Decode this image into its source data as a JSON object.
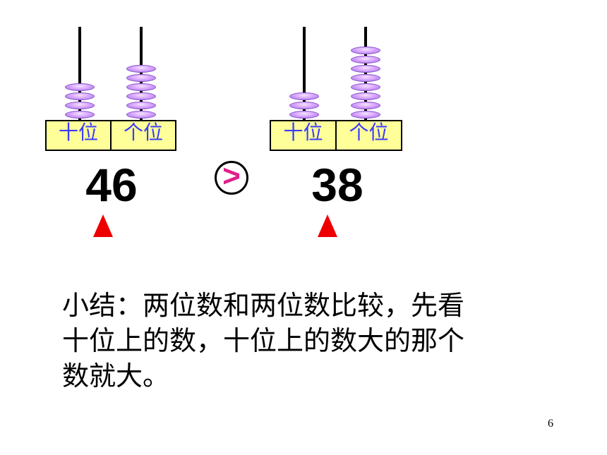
{
  "left_abacus": {
    "tens_label": "十位",
    "ones_label": "个位",
    "tens_beads": 4,
    "ones_beads": 6,
    "number": "46"
  },
  "right_abacus": {
    "tens_label": "十位",
    "ones_label": "个位",
    "tens_beads": 3,
    "ones_beads": 8,
    "number": "38"
  },
  "comparison": {
    "sign": ">"
  },
  "marker_color": "#ee0000",
  "bead_color": "#d9a8ff",
  "box_color": "#ffff99",
  "summary": {
    "line1": "小结：两位数和两位数比较，先看",
    "line2": "十位上的数，十位上的数大的那个",
    "line3": "数就大。"
  },
  "page_number": "6"
}
